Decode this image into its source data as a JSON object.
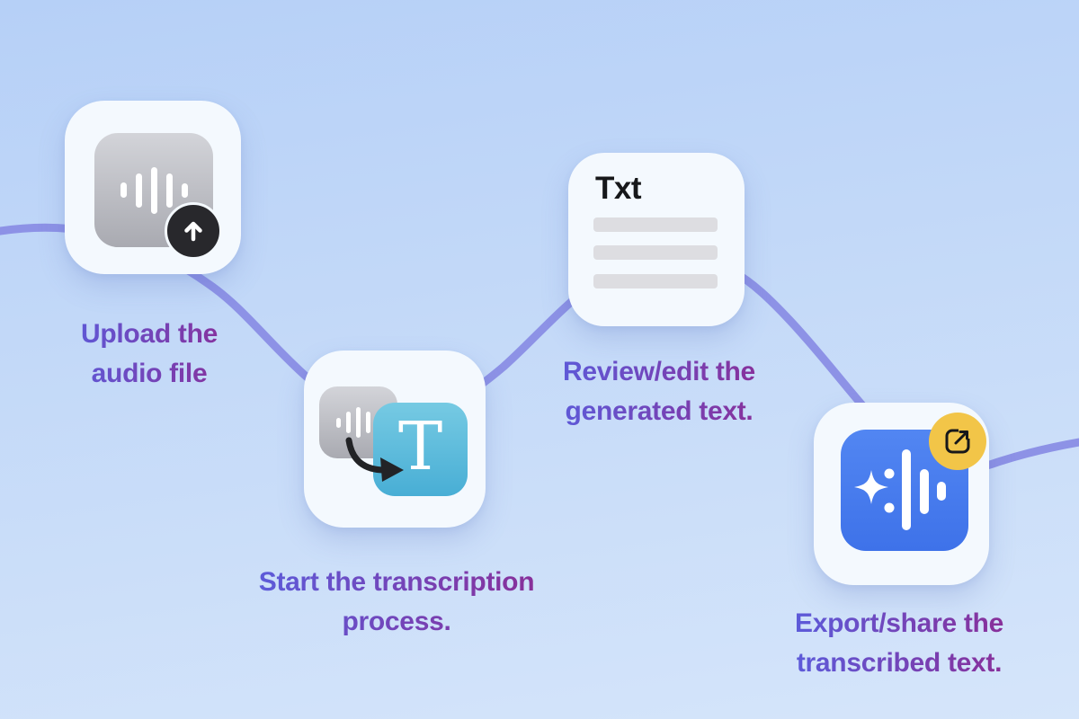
{
  "colors": {
    "background_top": "#b6d0f7",
    "background_bottom": "#d5e5fa",
    "connector": "#8d92e6",
    "card_background": "#f4f9fe",
    "caption_gradient_start": "#5661e3",
    "caption_gradient_end": "#8f2990",
    "gray_icon_top": "#d3d4d9",
    "gray_icon_bottom": "#a9aab1",
    "dark_badge": "#28282c",
    "teal_top": "#76cae3",
    "teal_bottom": "#48aed5",
    "blue_icon_top": "#5286f2",
    "blue_icon_bottom": "#3e72e9",
    "yellow_badge": "#f2c548",
    "text_dark": "#17181a",
    "text_placeholder_bar": "#dddde1",
    "arrow_dark": "#222326"
  },
  "steps": [
    {
      "name": "upload-audio",
      "icons": [
        "audio-waveform-icon",
        "upload-arrow-badge"
      ],
      "caption": {
        "line1": "Upload the",
        "line2": "audio file"
      }
    },
    {
      "name": "start-transcription",
      "icons": [
        "audio-waveform-icon",
        "curved-arrow-icon",
        "letter-tile"
      ],
      "tile_letter": "T",
      "caption": {
        "line1": "Start the transcription",
        "line2": "process."
      }
    },
    {
      "name": "review-edit",
      "card_label": "Txt",
      "icons": [
        "text-lines-placeholder"
      ],
      "caption": {
        "line1": "Review/edit the",
        "line2": "generated text."
      }
    },
    {
      "name": "export-share",
      "icons": [
        "sparkle-waveform-icon",
        "share-badge"
      ],
      "caption": {
        "line1": "Export/share the",
        "line2": "transcribed text."
      }
    }
  ]
}
